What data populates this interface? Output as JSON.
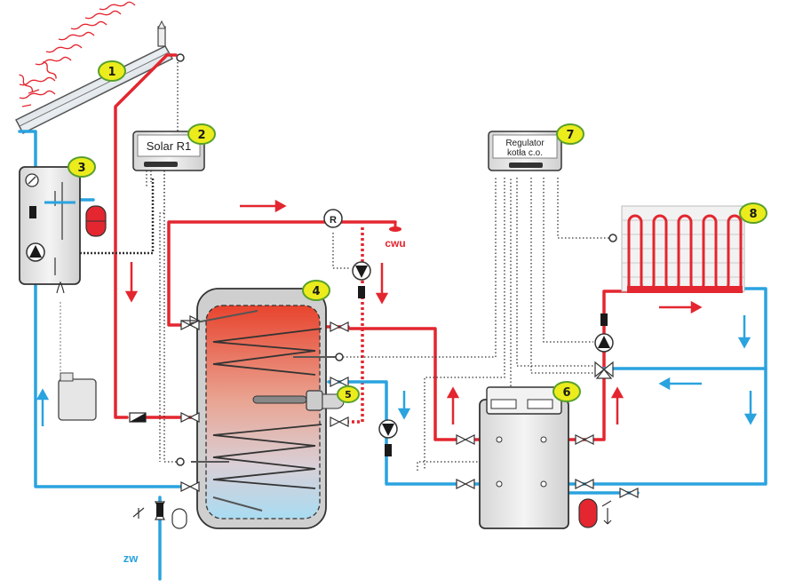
{
  "controllers": {
    "solar": {
      "label": "Solar R1"
    },
    "boiler": {
      "line1": "Regulator",
      "line2": "kotła c.o."
    }
  },
  "badges": [
    "1",
    "2",
    "3",
    "4",
    "5",
    "6",
    "7",
    "8"
  ],
  "labels": {
    "hot_water": "cwu",
    "cold_water": "zw",
    "mixer": "R"
  },
  "colors": {
    "hot": "#e3262f",
    "cold": "#2aa3df",
    "badge_fill": "#ecec1c",
    "badge_stroke": "#5aa02c",
    "signal": "#333333"
  }
}
